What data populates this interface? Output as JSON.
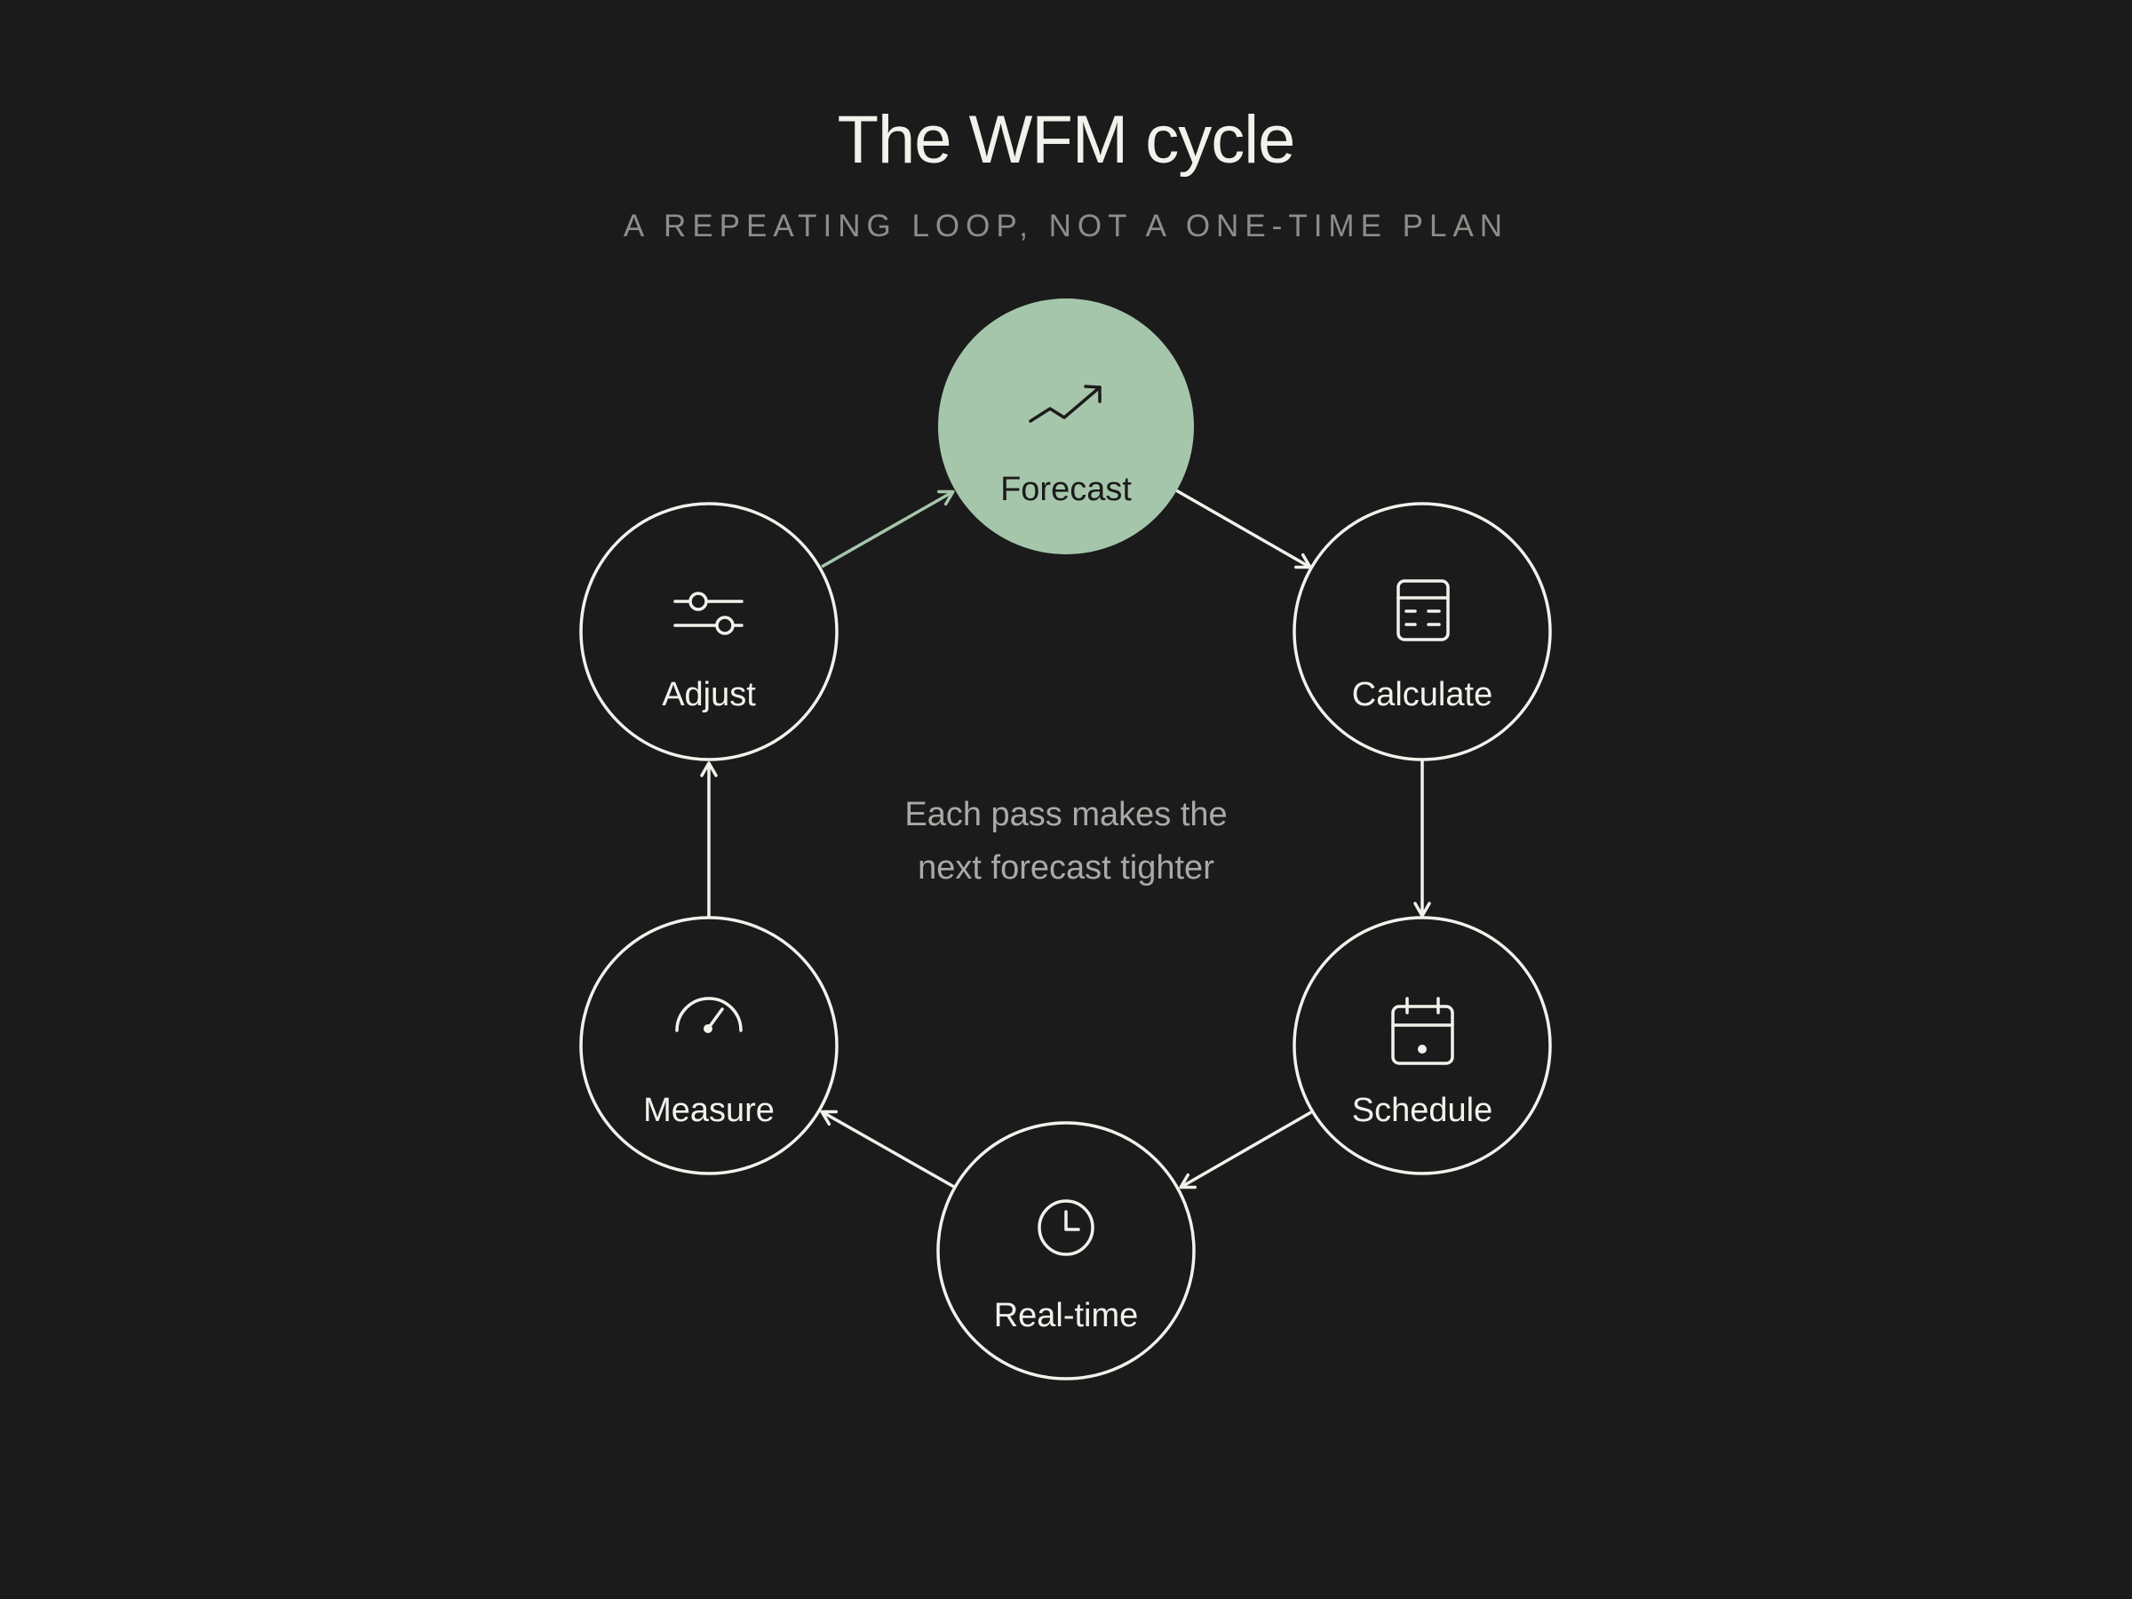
{
  "title": "The WFM cycle",
  "subtitle": "A REPEATING LOOP, NOT A ONE-TIME PLAN",
  "center_note": {
    "line1": "Each pass makes the",
    "line2": "next forecast tighter"
  },
  "colors": {
    "background": "#1b1b1b",
    "accent": "#a6c6ab",
    "stroke": "#f2f1ec",
    "subtitle": "#8d8d8a"
  },
  "nodes": [
    {
      "id": "forecast",
      "label": "Forecast",
      "icon": "trend-up-icon",
      "highlighted": true
    },
    {
      "id": "calculate",
      "label": "Calculate",
      "icon": "calculator-icon",
      "highlighted": false
    },
    {
      "id": "schedule",
      "label": "Schedule",
      "icon": "calendar-icon",
      "highlighted": false
    },
    {
      "id": "realtime",
      "label": "Real-time",
      "icon": "clock-icon",
      "highlighted": false
    },
    {
      "id": "measure",
      "label": "Measure",
      "icon": "gauge-icon",
      "highlighted": false
    },
    {
      "id": "adjust",
      "label": "Adjust",
      "icon": "sliders-icon",
      "highlighted": false
    }
  ],
  "edges": [
    {
      "from": "forecast",
      "to": "calculate"
    },
    {
      "from": "calculate",
      "to": "schedule"
    },
    {
      "from": "schedule",
      "to": "realtime"
    },
    {
      "from": "realtime",
      "to": "measure"
    },
    {
      "from": "measure",
      "to": "adjust"
    },
    {
      "from": "adjust",
      "to": "forecast",
      "accent": true
    }
  ]
}
